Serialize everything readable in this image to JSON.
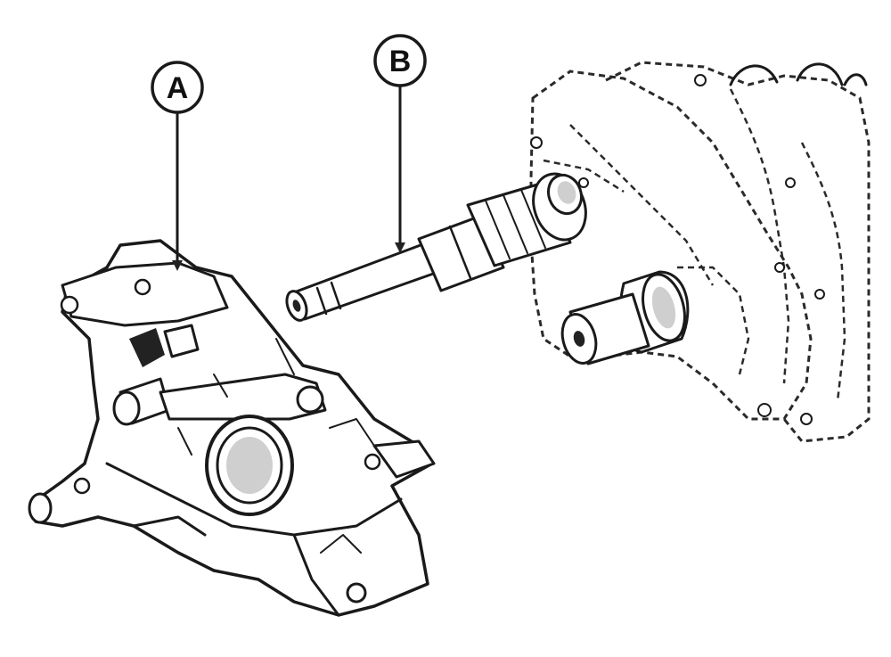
{
  "callouts": [
    {
      "id": "A",
      "label": "A"
    },
    {
      "id": "B",
      "label": "B"
    }
  ],
  "colors": {
    "ink": "#1a1a1a",
    "background": "#ffffff",
    "shade": "#cfcfcf"
  }
}
